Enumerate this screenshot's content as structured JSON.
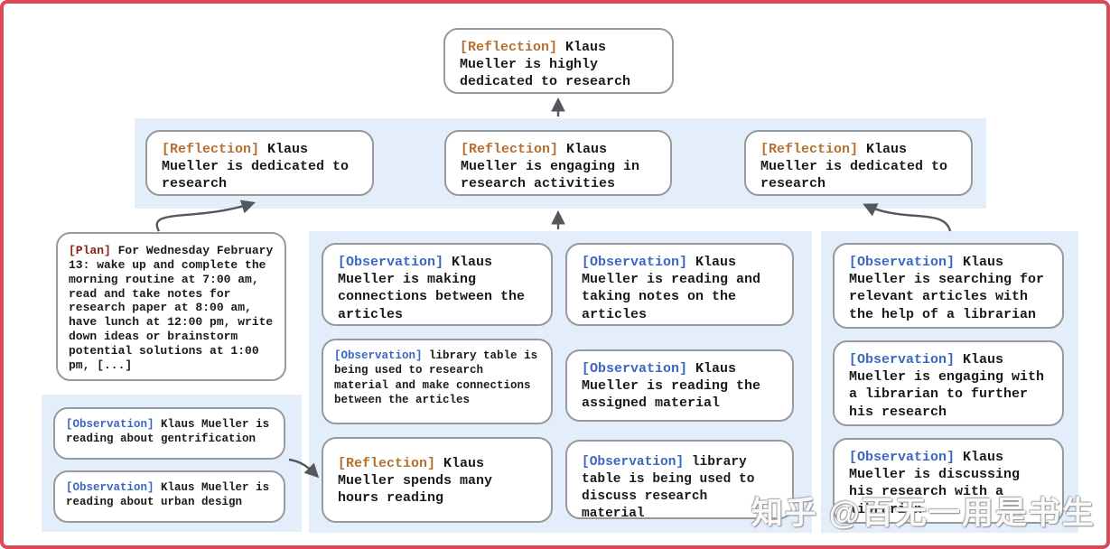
{
  "colors": {
    "frame": "#d84a59",
    "band": "#e4eefa",
    "box_border": "#97999c",
    "body_text": "#1a1a1a",
    "reflection_label": "#b5702f",
    "observation_label": "#3a67c2",
    "plan_label": "#8e2017",
    "arrow": "#54585d"
  },
  "tree": {
    "root": {
      "tag": "[Reflection]",
      "text": "Klaus Mueller is highly dedicated to research"
    },
    "reflections": [
      {
        "tag": "[Reflection]",
        "text": "Klaus Mueller is dedicated to research"
      },
      {
        "tag": "[Reflection]",
        "text": "Klaus Mueller is engaging in research activities"
      },
      {
        "tag": "[Reflection]",
        "text": "Klaus Mueller is dedicated to research"
      }
    ],
    "plan": {
      "tag": "[Plan]",
      "text": "For Wednesday February 13: wake up and complete the morning routine at 7:00 am, read and take notes for research paper at 8:00 am, have lunch at 12:00 pm, write down ideas or brainstorm potential solutions at 1:00 pm, [...]"
    },
    "left_group": [
      {
        "tag": "[Observation]",
        "text": "Klaus Mueller is reading about gentrification"
      },
      {
        "tag": "[Observation]",
        "text": "Klaus Mueller is reading about urban design"
      }
    ],
    "center_group": {
      "col_a": [
        {
          "tag": "[Observation]",
          "text": "Klaus Mueller is making connections between the articles"
        },
        {
          "tag": "[Observation]",
          "text": "library table is being used to research material and make connections between the articles"
        },
        {
          "tag": "[Reflection]",
          "text": "Klaus Mueller spends many hours reading"
        }
      ],
      "col_b": [
        {
          "tag": "[Observation]",
          "text": "Klaus Mueller is reading and taking notes on the articles"
        },
        {
          "tag": "[Observation]",
          "text": "Klaus Mueller is reading the assigned material"
        },
        {
          "tag": "[Observation]",
          "text": "library table is being used to discuss research material"
        }
      ]
    },
    "right_group": [
      {
        "tag": "[Observation]",
        "text": "Klaus Mueller is searching for relevant articles with the help of a librarian"
      },
      {
        "tag": "[Observation]",
        "text": "Klaus Mueller is engaging with a librarian to further his research"
      },
      {
        "tag": "[Observation]",
        "text": "Klaus Mueller is discussing his research with a librarian"
      }
    ]
  },
  "watermark": {
    "text": "知乎 @百无一用是书生"
  }
}
